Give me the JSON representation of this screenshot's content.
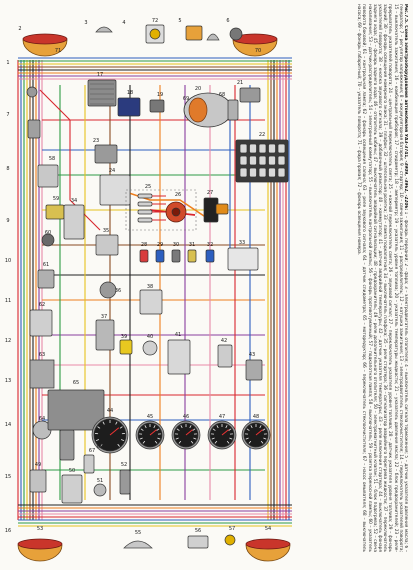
{
  "figure": {
    "title": "Рис.7.5. Схема электрооборудования автомобилей УАЗ-3741, -3909, -3962, -2206:",
    "caption_text": "1 – фонарь передний; 2 – фара; 3 – электродвигатель отопителя; 4 – выключатель сигнала торможения; 5 – датчик указателя давления масла; 6 – генератор; 7 – регулятор напряжения; 8 – аккумуляторная батарея; 9 – стартер; 10 – свечи зажигания; 11 – распределитель; 12 – катушка зажигания; 13 – электродвигатель стеклоочистителя; 14 – переключатель указателей поворота; 15 – выключатель зажигания; 16 – комбинация приборов; 17 – спидометр; 18 – амперметр; 19 – указатель уровня топлива; 20 – указатель температуры жидкости; 21 – указатель давления масла; 22 – блок предохранителей; 23 – реле-прерыватель указателей поворота; 24 – центральный переключатель света; 25 – ножной переключатель света; 26 – звуковой сигнал; 27 – переключатель указателя уровня топлива; 28 – датчик указателя уровня топлива; 29 – фонарь задний; 30 – фонарь освещения номерного знака; 31 – плафон; 32 – штепсельная розетка; 33 – лампа подкапотная; 34 – выключатель плафона; 35 – реле стартера; 36 – сигнализатор аварийного перегрева жидкости; 37 – переключатель указателей поворота; 38 – кнопка звукового сигнала; 39 – добавочный резистор; 40 – коммутатор; 41 – датчик аварийной температуры; 42 – датчик указателя температуры; 43 – реле включения стартера; 44 – выключатель фонаря заднего хода; 45 – фонарь заднего хода; 46 – отопитель кабины; 47 – выключатель аварийной сигнализации; 48 – предохранитель; 49 – реле дополнительного отопителя; 50 – электромагнитный клапан; 51 – блок подогрева; 52 – свеча накаливания; 53 – датчик-распределитель; 54 – электронный коммутатор; 55 – выключатель контрольной лампы; 56 – фонарь противотуманный; 57 – подкапотная лампа; 58 – выключатель; 59 – розетка переносной лампы; 60 – указатель поворота боковой; 61 – контрольная лампа; 62 – фонарь освещения салона; 63 – реле звукового сигнала; 64 – датчик спидометра; 65 – моторедуктор; 66 – переключатель стеклоочистителя; 67 – насос омывателя; 68 – выключатель насоса; 69 – фонарь габаритный; 70 – указатель поворота; 71 – фара правая; 72 – фонарь освещения номера."
  },
  "components": {
    "numbers": [
      "1",
      "2",
      "3",
      "4",
      "5",
      "6",
      "7",
      "8",
      "9",
      "10",
      "11",
      "12",
      "13",
      "14",
      "15",
      "16",
      "17",
      "18",
      "19",
      "20",
      "21",
      "22",
      "23",
      "24",
      "25",
      "26",
      "27",
      "28",
      "29",
      "30",
      "31",
      "32",
      "33",
      "34",
      "35",
      "36",
      "37",
      "38",
      "39",
      "40",
      "41",
      "42",
      "43",
      "44",
      "45",
      "46",
      "47",
      "48",
      "49",
      "50",
      "51",
      "52",
      "53",
      "54",
      "55",
      "56",
      "57",
      "58",
      "59",
      "60",
      "61",
      "62",
      "63",
      "64",
      "65",
      "66",
      "67",
      "68",
      "69",
      "70",
      "71",
      "72"
    ]
  },
  "colors": {
    "wire_red": "#d8262e",
    "wire_blue": "#2d5fbf",
    "wire_green": "#2e9b45",
    "wire_yellow": "#e6c21e",
    "wire_brown": "#8a4b22",
    "wire_black": "#222222",
    "wire_orange": "#ee7f1e",
    "wire_purple": "#8a3d9e",
    "wire_pink": "#e88aa8",
    "lamp_shell": "#e7a13a",
    "lamp_lens": "#c9352b",
    "gauge_face": "#1d1d1d",
    "component_gray": "#8d8d8d"
  }
}
